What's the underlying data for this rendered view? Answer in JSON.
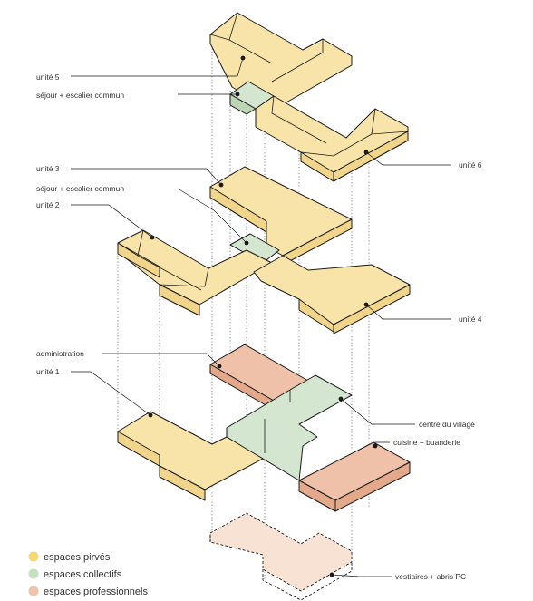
{
  "colors": {
    "private": "#f8e4a9",
    "private_side": "#f0d58a",
    "collective": "#d4e6cf",
    "collective_side": "#bcd6b5",
    "professional": "#eec1a8",
    "professional_side": "#e3a98a",
    "shelter": "#f8e2d4",
    "line": "#1a1a1a"
  },
  "labels": {
    "unite5": "unité 5",
    "sejour_top": "séjour + escalier commun",
    "unite6": "unité 6",
    "unite3": "unité 3",
    "sejour_mid": "séjour + escalier commun",
    "unite2": "unité 2",
    "unite4": "unité 4",
    "administration": "administration",
    "unite1": "unité 1",
    "centre": "centre du village",
    "cuisine": "cuisine + buanderie",
    "vestiaires": "vestiaires + abris PC"
  },
  "legend": [
    {
      "label": "espaces pirvés",
      "color": "#f6da6f"
    },
    {
      "label": "espaces collectifs",
      "color": "#c5e0bf"
    },
    {
      "label": "espaces professionnels",
      "color": "#f0c3ab"
    }
  ]
}
